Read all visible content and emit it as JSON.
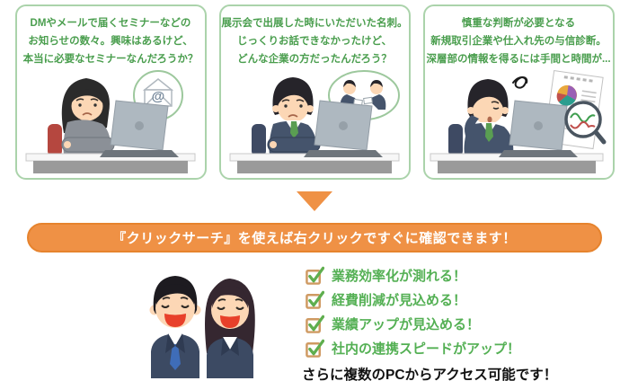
{
  "problem_boxes": [
    {
      "lines": [
        "DMやメールで届くセミナーなどの",
        "お知らせの数々。興味はあるけど、",
        "本当に必要なセミナーなんだろうか？"
      ],
      "illustration": "worried-woman-at-laptop-thinking-about-email"
    },
    {
      "lines": [
        "展示会で出展した時にいただいた名刺。",
        "じっくりお話できなかったけど、",
        "どんな企業の方だったんだろう？"
      ],
      "illustration": "worried-man-at-laptop-thinking-about-business-cards"
    },
    {
      "lines": [
        "慎重な判断が必要となる",
        "新規取引企業や仕入れ先の与信診断。",
        "深層部の情報を得るには手間と時間が..."
      ],
      "illustration": "tired-man-at-laptop-with-report-and-magnifier"
    }
  ],
  "banner": {
    "text": "『クリックサーチ』を使えば右クリックですぐに確認できます！"
  },
  "benefits": {
    "items": [
      "業務効率化が測れる！",
      "経費削減が見込める！",
      "業績アップが見込める！",
      "社内の連携スピードがアップ！"
    ],
    "note": "さらに複数のPCからアクセス可能です！"
  },
  "icons": {
    "at_symbol": "@",
    "down_arrow": "▼",
    "checkbox_check": "✓"
  },
  "illustrations": {
    "solution": "smiling-businessman-and-businesswoman"
  },
  "colors": {
    "box_border_green": "#abd3ab",
    "box_text_green": "#4a9e4e",
    "accent_orange": "#ef9145",
    "benefit_green": "#54b054",
    "checkbox_tan": "#cf9a62",
    "note_black": "#111111"
  }
}
